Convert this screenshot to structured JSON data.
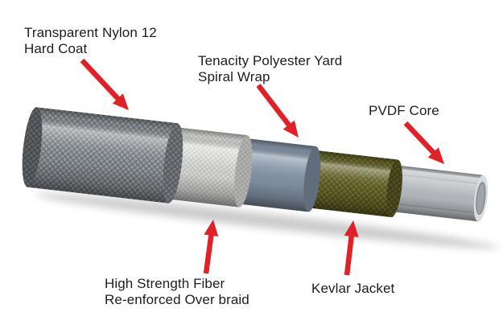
{
  "labels": {
    "nylon_line1": "Transparent Nylon 12",
    "nylon_line2": "Hard Coat",
    "polyester_line1": "Tenacity Polyester Yard",
    "polyester_line2": "Spiral Wrap",
    "pvdf": "PVDF Core",
    "fiber_line1": "High Strength Fiber",
    "fiber_line2": "Re-enforced Over braid",
    "kevlar": "Kevlar Jacket"
  },
  "colors": {
    "arrow": "#e02127",
    "text": "#1d1d1b",
    "background": "#ffffff",
    "outer_braid": "#9aa0a5",
    "fiber_braid": "#e0e1df",
    "spiral_wrap": "#8494a6",
    "kevlar_jacket": "#71712e",
    "pvdf_core": "#c4c9cd"
  }
}
